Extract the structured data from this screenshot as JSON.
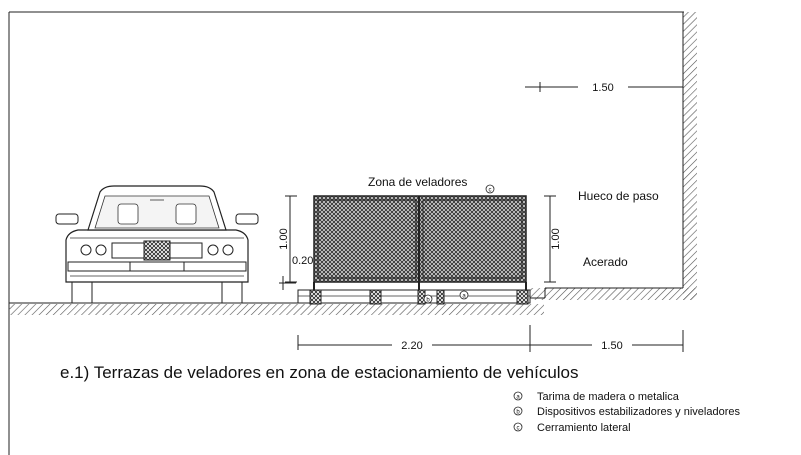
{
  "caption": "e.1) Terrazas de veladores en zona de estacionamiento de vehículos",
  "labels": {
    "zona": "Zona de veladores",
    "hueco": "Hueco de paso",
    "acerado": "Acerado"
  },
  "dimensions": {
    "top_width": "1.50",
    "fence_height_left": "1.00",
    "fence_height_right": "1.00",
    "platform_height": "0.20",
    "platform_width": "2.20",
    "sidewalk_width": "1.50"
  },
  "markers": {
    "a": "a",
    "b": "b",
    "c": "c"
  },
  "legend": [
    {
      "marker": "a",
      "text": "Tarima de madera o metalica"
    },
    {
      "marker": "b",
      "text": "Dispositivos estabilizadores y niveladores"
    },
    {
      "marker": "c",
      "text": "Cerramiento lateral"
    }
  ],
  "colors": {
    "line": "#222222",
    "mesh": "#3a3a3a"
  }
}
